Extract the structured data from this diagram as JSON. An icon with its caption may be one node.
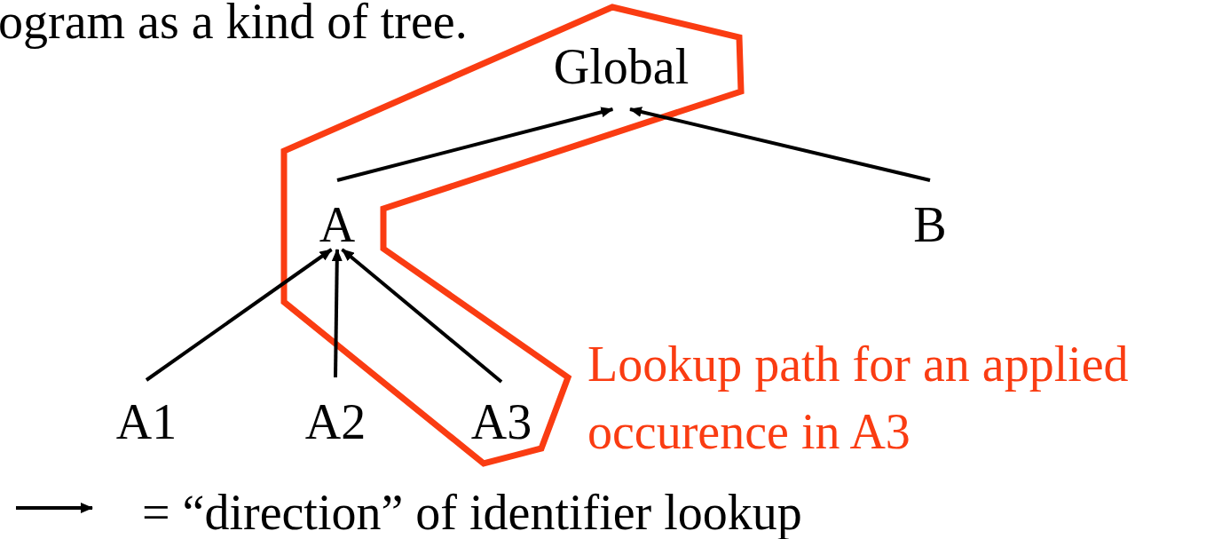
{
  "diagram": {
    "nodes": [
      {
        "text": [
          "Global"
        ]
      },
      {
        "text": [
          "A"
        ]
      },
      {
        "text": [
          "B"
        ]
      },
      {
        "text": [
          "A1"
        ]
      },
      {
        "text": [
          "A2"
        ]
      },
      {
        "text": [
          "A3"
        ]
      }
    ],
    "edges": [
      {
        "from": 1,
        "to": 0,
        "arrow": "to"
      },
      {
        "from": 2,
        "to": 0,
        "arrow": "to"
      },
      {
        "from": 3,
        "to": 1,
        "arrow": "to"
      },
      {
        "from": 4,
        "to": 1,
        "arrow": "to"
      },
      {
        "from": 5,
        "to": 1,
        "arrow": "to"
      }
    ],
    "labels": [
      "ogram as a kind of tree.",
      "Lookup path for an applied occurence in A3"
    ],
    "legend": [
      {
        "text": "= “direction” of identifier lookup"
      }
    ]
  }
}
